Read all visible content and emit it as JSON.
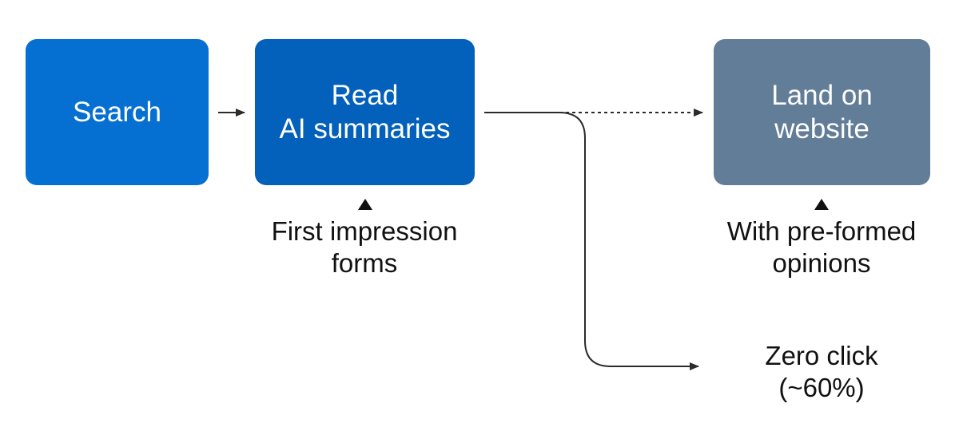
{
  "steps": {
    "search": {
      "label": "Search",
      "color": "#0570d1"
    },
    "read": {
      "line1": "Read",
      "line2": "AI summaries",
      "color": "#0360bb"
    },
    "land": {
      "line1": "Land on",
      "line2": "website",
      "color": "#627d97"
    }
  },
  "notes": {
    "first_impression": {
      "line1": "First impression",
      "line2": "forms"
    },
    "preformed": {
      "line1": "With pre-formed",
      "line2": "opinions"
    },
    "zero_click": {
      "line1": "Zero click",
      "line2": "(~60%)"
    }
  },
  "edges": [
    {
      "from": "search",
      "to": "read",
      "style": "solid"
    },
    {
      "from": "read",
      "to": "land",
      "style": "dotted"
    },
    {
      "from": "read",
      "to": "zero_click",
      "style": "solid"
    }
  ]
}
